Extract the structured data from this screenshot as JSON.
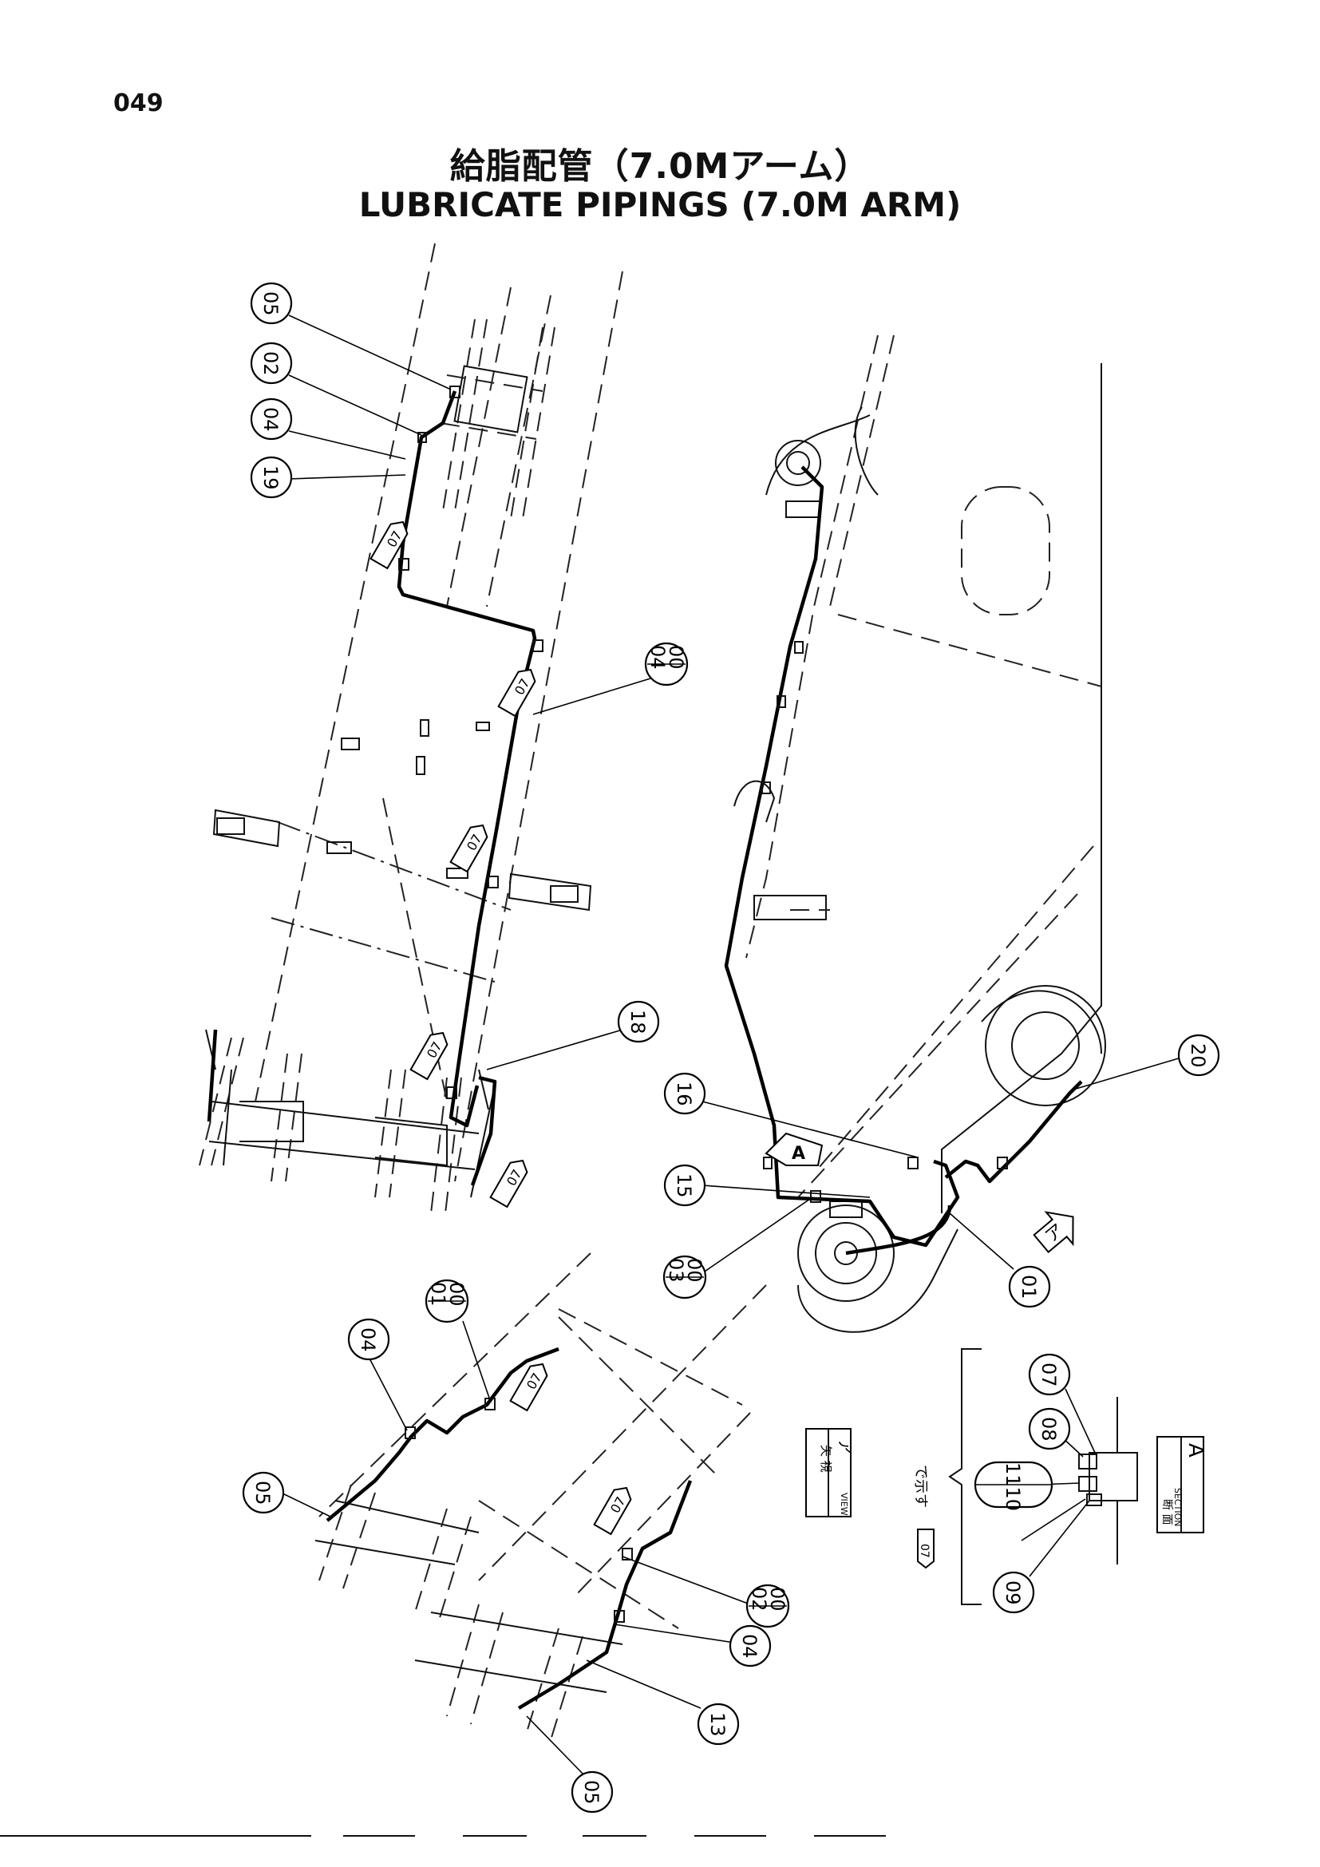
{
  "page": {
    "number": "049"
  },
  "title": {
    "japanese": "給脂配管（7.0Mアーム）",
    "english": "LUBRICATE PIPINGS (7.0M ARM)"
  },
  "callouts": {
    "c05a": "05",
    "c02": "02",
    "c04a": "04",
    "c19": "19",
    "c0004a_top": "00",
    "c0004a_bot": "04",
    "c18": "18",
    "c16": "16",
    "c15": "15",
    "c0003_top": "00",
    "c0003_bot": "03",
    "c01": "01",
    "c20": "20",
    "c0001_top": "00",
    "c0001_bot": "01",
    "c04b": "04",
    "c05b": "05",
    "c0002_top": "00",
    "c0002_bot": "02",
    "c04c": "04",
    "c13": "13",
    "c05c": "05",
    "c07": "07",
    "c08": "08",
    "c1110": "1110",
    "c09": "09"
  },
  "tags": {
    "part07": "07"
  },
  "arrow_a": "A",
  "view_arrow": "ア",
  "view_label": {
    "kanji": "矢 視",
    "kana": "ア",
    "english": "VIEW"
  },
  "legend_note": "で示す",
  "section_label": {
    "kanji": "断 面",
    "letter": "A",
    "english": "SECTION"
  }
}
